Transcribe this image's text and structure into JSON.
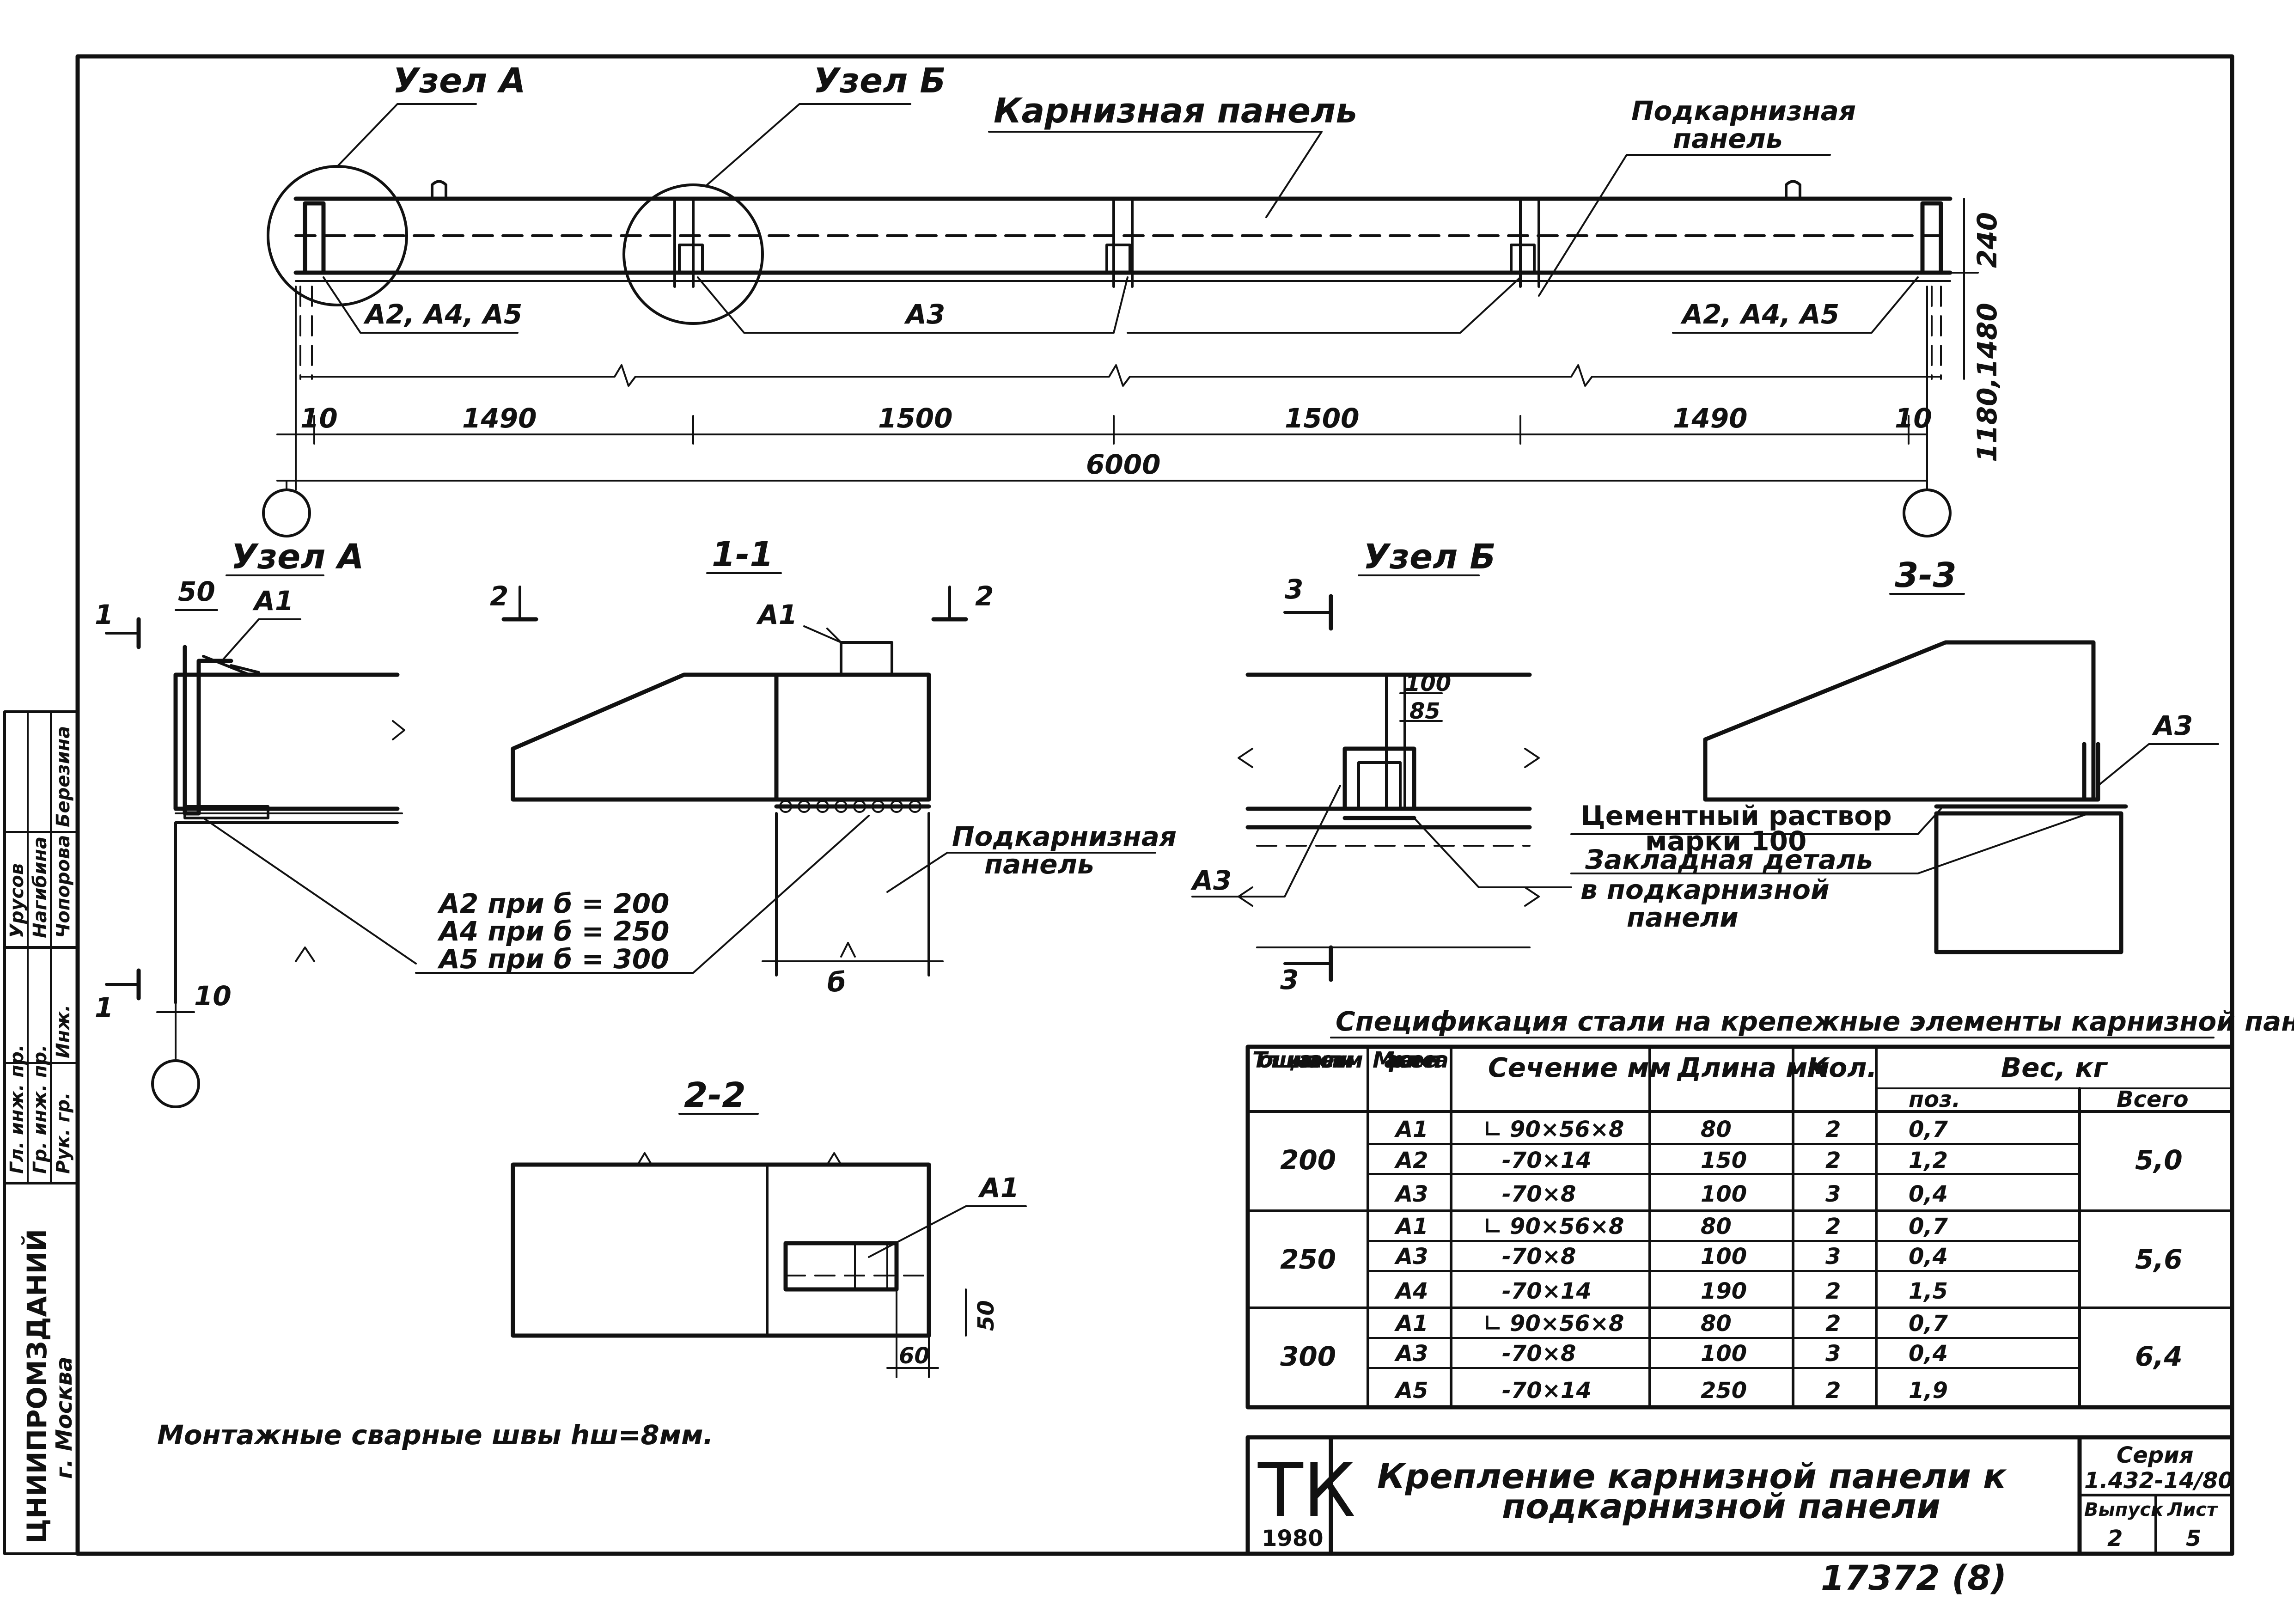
{
  "labels": {
    "node_a_top": "Узел А",
    "node_b_top": "Узел Б",
    "cornice_panel": "Карнизная панель",
    "subcornice_panel_l1": "Подкарнизная",
    "subcornice_panel_l2": "панель",
    "marks_left": "А2, А4, А5",
    "mark_a3": "А3",
    "marks_right": "А2, А4, А5",
    "node_a": "Узел А",
    "node_b": "Узел Б",
    "section_1": "1-1",
    "section_2": "2-2",
    "section_3": "3-3",
    "cut_1": "1",
    "cut_2": "2",
    "cut_3": "3",
    "a1": "А1",
    "a3": "А3",
    "var_l1": "А2 при б = 200",
    "var_l2": "А4 при б = 250",
    "var_l3": "А5 при б = 300",
    "b_dim": "б",
    "sub_l1": "Подкарнизная",
    "sub_l2": "панель",
    "mortar_l1": "Цементный раствор",
    "mortar_l2": "марки 100",
    "embed_l1": "Закладная деталь",
    "embed_l2": "в подкарнизной",
    "embed_l3": "панели",
    "weld_note": "Монтажные сварные швы hш=8мм."
  },
  "dims": {
    "d10": "10",
    "d1490": "1490",
    "d1500": "1500",
    "d6000": "6000",
    "d240": "240",
    "d1180": "1180,1480",
    "d50": "50",
    "d100": "100",
    "d85": "85",
    "d60": "60",
    "d50b": "50"
  },
  "table": {
    "title": "Спецификация стали на крепежные элементы карнизной панели",
    "headers": {
      "thickness": "Толщина панели мм",
      "mark": "Марка элемента",
      "section": "Сечение мм",
      "length": "Длина мм",
      "qty": "Кол.",
      "weight": "Вес, кг",
      "weight_pos": "поз.",
      "weight_total": "Всего"
    },
    "groups": [
      {
        "thickness": "200",
        "total": "5,0",
        "rows": [
          {
            "mark": "А1",
            "section": "∟ 90×56×8",
            "length": "80",
            "qty": "2",
            "w": "0,7"
          },
          {
            "mark": "А2",
            "section": "-70×14",
            "length": "150",
            "qty": "2",
            "w": "1,2"
          },
          {
            "mark": "А3",
            "section": "-70×8",
            "length": "100",
            "qty": "3",
            "w": "0,4"
          }
        ]
      },
      {
        "thickness": "250",
        "total": "5,6",
        "rows": [
          {
            "mark": "А1",
            "section": "∟ 90×56×8",
            "length": "80",
            "qty": "2",
            "w": "0,7"
          },
          {
            "mark": "А3",
            "section": "-70×8",
            "length": "100",
            "qty": "3",
            "w": "0,4"
          },
          {
            "mark": "А4",
            "section": "-70×14",
            "length": "190",
            "qty": "2",
            "w": "1,5"
          }
        ]
      },
      {
        "thickness": "300",
        "total": "6,4",
        "rows": [
          {
            "mark": "А1",
            "section": "∟ 90×56×8",
            "length": "80",
            "qty": "2",
            "w": "0,7"
          },
          {
            "mark": "А3",
            "section": "-70×8",
            "length": "100",
            "qty": "3",
            "w": "0,4"
          },
          {
            "mark": "А5",
            "section": "-70×14",
            "length": "250",
            "qty": "2",
            "w": "1,9"
          }
        ]
      }
    ]
  },
  "title_block": {
    "logo": "ТК",
    "year": "1980",
    "title_l1": "Крепление карнизной панели к",
    "title_l2": "подкарнизной панели",
    "series_label": "Серия",
    "series": "1.432-14/80",
    "issue_label": "Выпуск",
    "issue": "2",
    "sheet_label": "Лист",
    "sheet": "5"
  },
  "side_stamp": {
    "org_l1": "ЦНИИПРОМЗДАНИЙ",
    "org_l2": "г. Москва",
    "roles": [
      "Гл. инж. пр.",
      "Гр. инж. пр.",
      "Рук. гр.",
      "Инж."
    ],
    "names": [
      "Урусов",
      "Нагибина",
      "Чопорова",
      "Березина"
    ]
  },
  "doc_number": "17372 (8)"
}
